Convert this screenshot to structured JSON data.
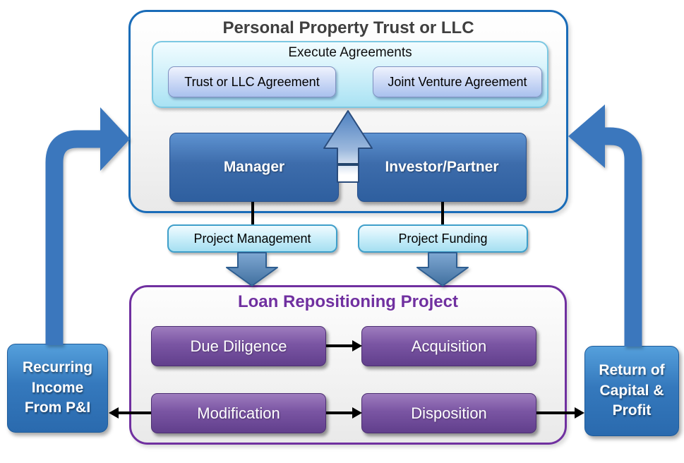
{
  "top_container": {
    "title": "Personal Property Trust or LLC",
    "execute_agreements": {
      "title": "Execute Agreements",
      "buttons": [
        "Trust or LLC Agreement",
        "Joint Venture Agreement"
      ]
    },
    "manager": "Manager",
    "investor": "Investor/Partner"
  },
  "connectors": {
    "project_management": "Project Management",
    "project_funding": "Project Funding"
  },
  "loan_container": {
    "title": "Loan Repositioning Project",
    "due_diligence": "Due Diligence",
    "acquisition": "Acquisition",
    "modification": "Modification",
    "disposition": "Disposition"
  },
  "side_boxes": {
    "recurring_income": {
      "lines": [
        "Recurring",
        "Income",
        "From P&I"
      ]
    },
    "return_capital": {
      "lines": [
        "Return of",
        "Capital &",
        "Profit"
      ]
    }
  },
  "colors": {
    "trust_border": "#1a6cb8",
    "loan_border": "#7030a0",
    "trust_title": "#3f3f3f",
    "loan_title": "#7030a0",
    "dark_blue_box": "#3365a5",
    "purple_box": "#6a4795",
    "cyan_box_border": "#3f9fca",
    "cyan_box_fill": "#c9eefa",
    "agreement_button_fill": "#c3d3f4",
    "flow_arrow_blue": "#3b77bd",
    "connector_black": "#000000"
  }
}
